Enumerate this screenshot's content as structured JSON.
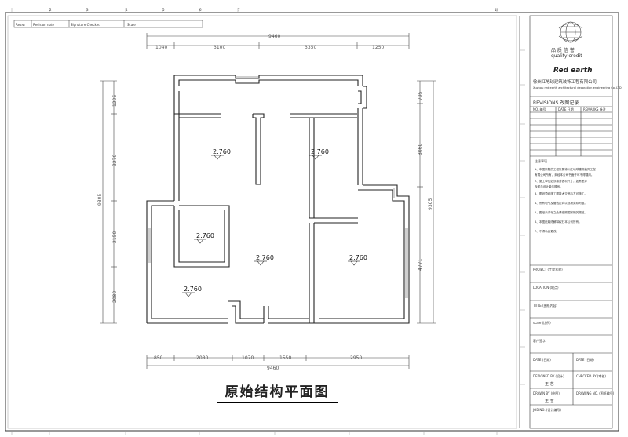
{
  "header_table": {
    "cols": [
      "Rev№",
      "Revision note",
      "Signature Checked",
      "Scale"
    ],
    "coordinates": [
      "2",
      "3",
      "4",
      "5",
      "6",
      "7",
      "14"
    ]
  },
  "dimensions": {
    "top_total": "9460",
    "top_segments": [
      "1040",
      "3100",
      "3350",
      "1250"
    ],
    "bottom_total": "9460",
    "bottom_segments": [
      "850",
      "2080",
      "1070",
      "1550",
      "2950"
    ],
    "left_total": "9305",
    "left_segments": [
      "1205",
      "3270",
      "2150",
      "2080"
    ],
    "right_total": "9305",
    "right_segments": [
      "795",
      "3060",
      "4771"
    ]
  },
  "elevations": [
    "2.760",
    "2.760",
    "2.760",
    "2.760",
    "2.760",
    "2.760"
  ],
  "plan_title": "原始结构平面图",
  "title_block": {
    "slogan_cn": "品 质    信 誉",
    "slogan_en": "quality    credit",
    "brand": "Red earth",
    "company_cn": "徐州红地球建筑装饰工程有限公司",
    "company_en": "Xuzhou red earth architectural decoration engineering Co.,LTD",
    "revisions_label": "REVISIONS 改图记录",
    "revision_cols": [
      "NO. 编号",
      "DATE 日期",
      "REMARKS 备注"
    ],
    "notes_title": "注意事项",
    "notes": [
      "1、本图所载的工程所属徐州红地球建筑装饰工程",
      "有限公司所有，未经本公司书面许可不得翻用。",
      "2、施工单位必须核对各项尺寸，如有差异",
      "及时与设计单位联系。",
      "3、图纸须经施工图技术交底后方可施工。",
      "4、所有电气及管线走向以现场实际为准。",
      "5、图纸未详尽之处请参照国家相关规范。",
      "6、本图纸最终解释权归本公司所有。",
      "7、不得私自更改。"
    ],
    "project_label": "PROJECT (工程名称)",
    "location_label": "LOCATION (地点)",
    "title_label": "TITLE (图纸内容)",
    "scale_label": "scale  (比例)",
    "client_label": "客户签字:",
    "date1_label": "DATE (日期)",
    "date2_label": "DATE (日期)",
    "designed_label": "DESIGNED BY (设计)",
    "checked_label": "CHECKED BY (审核)",
    "designer_name": "王 艺",
    "drawn_label": "DRAWN BY (绘图)",
    "drawing_no_label": "DRAWING NO. (图纸编号)",
    "drawer_name": "王 艺",
    "job_label": "JOB NO. (设计编号)"
  }
}
